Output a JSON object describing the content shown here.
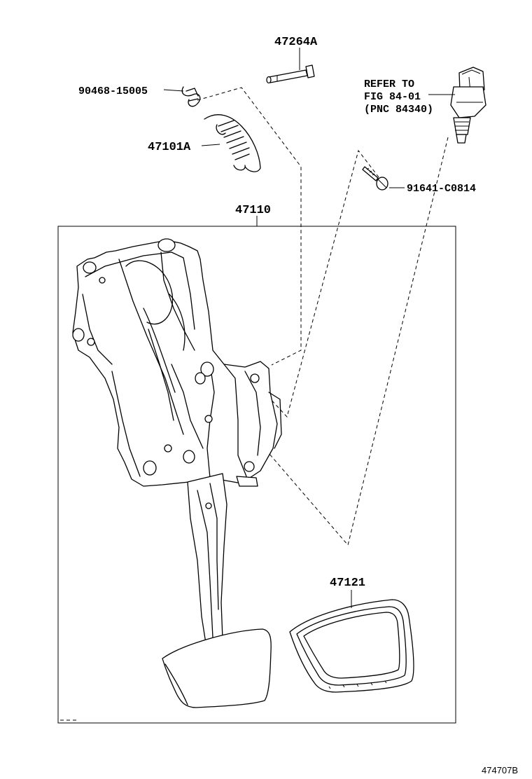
{
  "labels": {
    "pin": "47264A",
    "clip": "90468-15005",
    "spring": "47101A",
    "pedal_assembly": "47110",
    "switch_bolt": "91641-C0814",
    "pedal_pad": "47121",
    "refer_line1": "REFER TO",
    "refer_line2": "FIG 84-01",
    "refer_line3": "(PNC 84340)",
    "figure_id": "474707B"
  }
}
